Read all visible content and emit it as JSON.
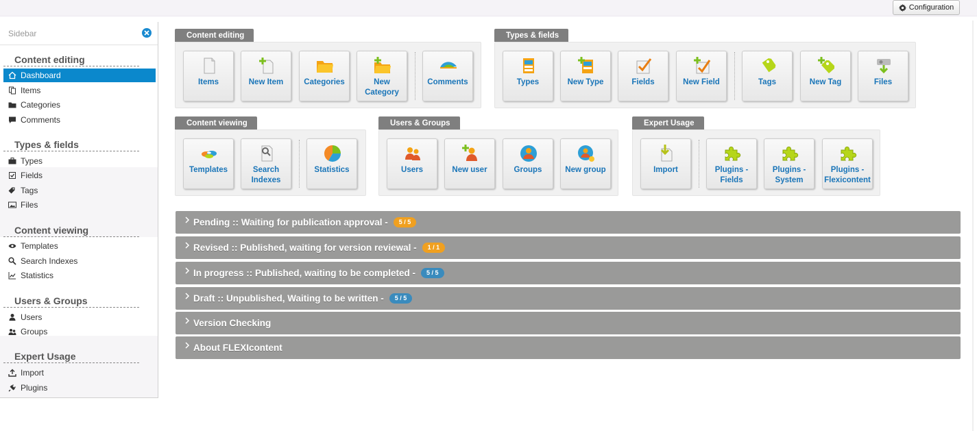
{
  "header": {
    "config_label": "Configuration"
  },
  "sidebar": {
    "title": "Sidebar",
    "groups": [
      {
        "title": "Content editing",
        "items": [
          {
            "label": "Dashboard",
            "icon": "home-icon",
            "active": true
          },
          {
            "label": "Items",
            "icon": "copy-icon"
          },
          {
            "label": "Categories",
            "icon": "folder-icon"
          },
          {
            "label": "Comments",
            "icon": "comment-icon"
          }
        ]
      },
      {
        "title": "Types & fields",
        "items": [
          {
            "label": "Types",
            "icon": "briefcase-icon"
          },
          {
            "label": "Fields",
            "icon": "checkbox-icon"
          },
          {
            "label": "Tags",
            "icon": "tags-icon"
          },
          {
            "label": "Files",
            "icon": "image-icon"
          }
        ]
      },
      {
        "title": "Content viewing",
        "items": [
          {
            "label": "Templates",
            "icon": "eye-icon"
          },
          {
            "label": "Search Indexes",
            "icon": "search-icon"
          },
          {
            "label": "Statistics",
            "icon": "chart-icon"
          }
        ]
      },
      {
        "title": "Users & Groups",
        "items": [
          {
            "label": "Users",
            "icon": "user-icon"
          },
          {
            "label": "Groups",
            "icon": "users-icon"
          }
        ]
      },
      {
        "title": "Expert Usage",
        "items": [
          {
            "label": "Import",
            "icon": "upload-icon"
          },
          {
            "label": "Plugins",
            "icon": "plug-icon"
          }
        ]
      }
    ]
  },
  "panels": {
    "content_editing": {
      "title": "Content editing",
      "tiles": [
        {
          "label": "Items",
          "icon": "items-icon"
        },
        {
          "label": "New Item",
          "icon": "new-item-icon"
        },
        {
          "label": "Categories",
          "icon": "categories-icon"
        },
        {
          "label": "New Category",
          "icon": "new-category-icon"
        },
        {
          "label": "Comments",
          "icon": "comments-icon"
        }
      ]
    },
    "types_fields": {
      "title": "Types & fields",
      "tiles": [
        {
          "label": "Types",
          "icon": "types-icon"
        },
        {
          "label": "New Type",
          "icon": "new-type-icon"
        },
        {
          "label": "Fields",
          "icon": "fields-icon"
        },
        {
          "label": "New Field",
          "icon": "new-field-icon"
        },
        {
          "label": "Tags",
          "icon": "tags-icon"
        },
        {
          "label": "New Tag",
          "icon": "new-tag-icon"
        },
        {
          "label": "Files",
          "icon": "files-icon"
        }
      ]
    },
    "content_viewing": {
      "title": "Content viewing",
      "tiles": [
        {
          "label": "Templates",
          "icon": "templates-icon"
        },
        {
          "label": "Search Indexes",
          "icon": "search-indexes-icon"
        },
        {
          "label": "Statistics",
          "icon": "statistics-icon"
        }
      ]
    },
    "users_groups": {
      "title": "Users & Groups",
      "tiles": [
        {
          "label": "Users",
          "icon": "users-icon"
        },
        {
          "label": "New user",
          "icon": "new-user-icon"
        },
        {
          "label": "Groups",
          "icon": "groups-icon"
        },
        {
          "label": "New group",
          "icon": "new-group-icon"
        }
      ]
    },
    "expert_usage": {
      "title": "Expert Usage",
      "tiles": [
        {
          "label": "Import",
          "icon": "import-icon"
        },
        {
          "label": "Plugins - Fields",
          "icon": "plugin-icon"
        },
        {
          "label": "Plugins - System",
          "icon": "plugin-icon"
        },
        {
          "label": "Plugins - Flexicontent",
          "icon": "plugin-icon"
        }
      ]
    }
  },
  "accordions": [
    {
      "label": "Pending :: Waiting for publication approval -",
      "badge": "5 / 5",
      "badge_color": "#f0a020"
    },
    {
      "label": "Revised :: Published, waiting for version reviewal -",
      "badge": "1 / 1",
      "badge_color": "#f0a020"
    },
    {
      "label": "In progress :: Published, waiting to be completed -",
      "badge": "5 / 5",
      "badge_color": "#3a8bbd"
    },
    {
      "label": "Draft :: Unpublished, Waiting to be written -",
      "badge": "5 / 5",
      "badge_color": "#3a8bbd"
    },
    {
      "label": "Version Checking"
    },
    {
      "label": "About FLEXIcontent"
    }
  ],
  "colors": {
    "accent": "#0b88cc",
    "tile_text": "#1a75b8",
    "panel_tab": "#7f7f7f",
    "accordion": "#9a9a99"
  }
}
